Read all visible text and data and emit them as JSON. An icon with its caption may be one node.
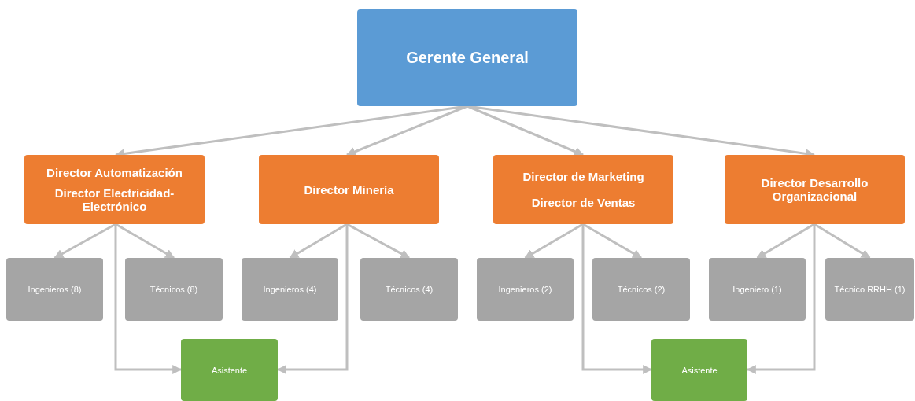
{
  "diagram": {
    "nodes": [
      {
        "text": [
          "Gerente General"
        ]
      },
      {
        "text": [
          "Director Automatización",
          "Director Electricidad-Electrónico"
        ]
      },
      {
        "text": [
          "Director Minería"
        ]
      },
      {
        "text": [
          "Director de Marketing",
          "Director de Ventas"
        ]
      },
      {
        "text": [
          "Director Desarrollo Organizacional"
        ]
      },
      {
        "text": [
          "Ingenieros (8)"
        ]
      },
      {
        "text": [
          "Técnicos (8)"
        ]
      },
      {
        "text": [
          "Ingenieros (4)"
        ]
      },
      {
        "text": [
          "Técnicos (4)"
        ]
      },
      {
        "text": [
          "Ingenieros (2)"
        ]
      },
      {
        "text": [
          "Técnicos (2)"
        ]
      },
      {
        "text": [
          "Ingeniero (1)"
        ]
      },
      {
        "text": [
          "Técnico RRHH (1)"
        ]
      },
      {
        "text": [
          "Asistente"
        ]
      },
      {
        "text": [
          "Asistente"
        ]
      }
    ],
    "edges": [
      {
        "from": 0,
        "to": 1,
        "arrow": "to"
      },
      {
        "from": 0,
        "to": 2,
        "arrow": "to"
      },
      {
        "from": 0,
        "to": 3,
        "arrow": "to"
      },
      {
        "from": 0,
        "to": 4,
        "arrow": "to"
      },
      {
        "from": 1,
        "to": 5,
        "arrow": "to"
      },
      {
        "from": 1,
        "to": 6,
        "arrow": "to"
      },
      {
        "from": 2,
        "to": 7,
        "arrow": "to"
      },
      {
        "from": 2,
        "to": 8,
        "arrow": "to"
      },
      {
        "from": 3,
        "to": 9,
        "arrow": "to"
      },
      {
        "from": 3,
        "to": 10,
        "arrow": "to"
      },
      {
        "from": 4,
        "to": 11,
        "arrow": "to"
      },
      {
        "from": 4,
        "to": 12,
        "arrow": "to"
      },
      {
        "from": 1,
        "to": 13,
        "arrow": "to"
      },
      {
        "from": 2,
        "to": 13,
        "arrow": "to"
      },
      {
        "from": 3,
        "to": 14,
        "arrow": "to"
      },
      {
        "from": 4,
        "to": 14,
        "arrow": "to"
      }
    ]
  }
}
